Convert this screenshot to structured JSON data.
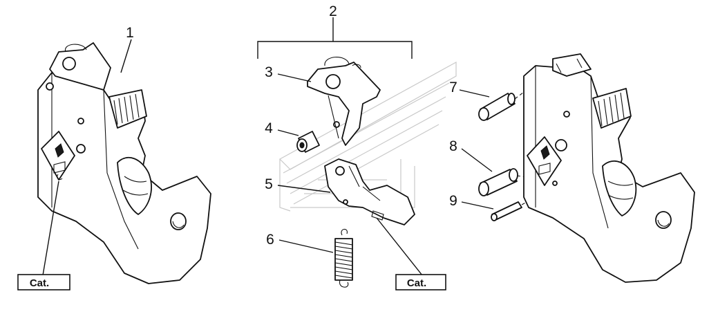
{
  "callouts": {
    "n1": "1",
    "n2": "2",
    "n3": "3",
    "n4": "4",
    "n5": "5",
    "n6": "6",
    "n7": "7",
    "n8": "8",
    "n9": "9"
  },
  "labels": {
    "cat_left": "Cat.",
    "cat_middle": "Cat."
  },
  "colors": {
    "line": "#111111",
    "watermark": "#c9c9c9",
    "background": "#ffffff"
  }
}
